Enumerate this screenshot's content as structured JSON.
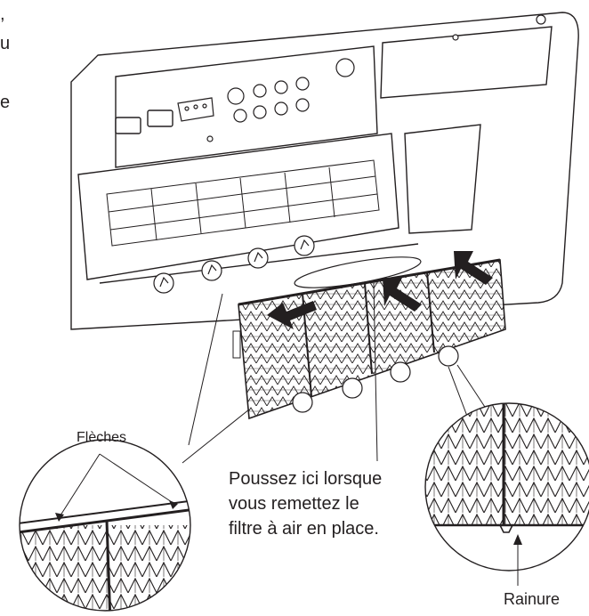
{
  "labels": {
    "fragment_top": ",\nu\n\ne",
    "arrows": "Flèches",
    "push_here": "Poussez ici lorsque\nvous remettez le\nfiltre à air en place.",
    "groove": "Rainure"
  }
}
